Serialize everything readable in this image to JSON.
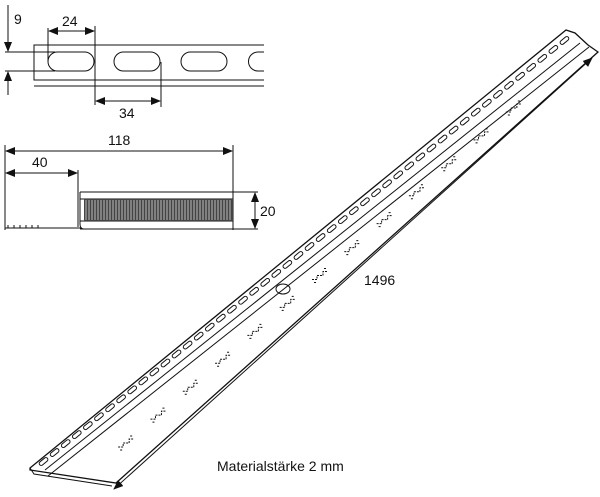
{
  "dimensions": {
    "slot_height": "9",
    "slot_length": "24",
    "slot_pitch": "34",
    "total_width": "118",
    "flange_width": "40",
    "profile_height": "20",
    "rail_length": "1496"
  },
  "note": "Materialstärke 2 mm"
}
